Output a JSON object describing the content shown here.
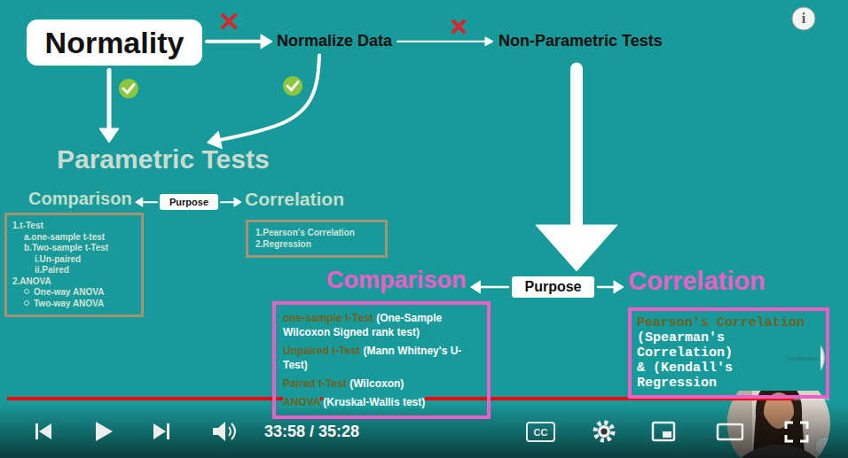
{
  "diagram": {
    "nodes": [
      {
        "text": [
          "Normality"
        ]
      },
      {
        "text": [
          "Normalize Data"
        ]
      },
      {
        "text": [
          "Non-Parametric Tests"
        ]
      },
      {
        "text": [
          "Parametric Tests"
        ]
      },
      {
        "text": [
          "Comparison"
        ]
      },
      {
        "text": [
          "Purpose"
        ]
      },
      {
        "text": [
          "Correlation"
        ]
      },
      {
        "text": [
          "1.t-Test",
          "a.one-sample t-test",
          "b.Two-sample t-Test",
          "i.Un-paired",
          "ii.Paired",
          "2.ANOVA",
          "One-way ANOVA",
          "Two-way ANOVA"
        ]
      },
      {
        "text": [
          "1.Pearson's Correlation",
          "2.Regression"
        ]
      },
      {
        "text": [
          "Comparison"
        ]
      },
      {
        "text": [
          "Purpose"
        ]
      },
      {
        "text": [
          "Correlation"
        ]
      },
      {
        "text": [
          "one-sample t-Test",
          "(One-Sample Wilcoxon Signed rank test)",
          "Unpaired t-Test",
          "(Mann Whitney's U-Test)",
          "Paired t-Test",
          "(Wilcoxon)",
          "ANOVA",
          "(Kruskal-Wallis test)"
        ]
      },
      {
        "text": [
          "Pearson's Correlation",
          "(Spearman's Correlation)",
          "& (Kendall's",
          "Regression"
        ]
      }
    ],
    "edges": [
      {
        "from": 0,
        "to": 1,
        "arrow": "to"
      },
      {
        "from": 1,
        "to": 2,
        "arrow": "to"
      },
      {
        "from": 0,
        "to": 3,
        "arrow": "to"
      },
      {
        "from": 1,
        "to": 3,
        "arrow": "to"
      },
      {
        "from": 2,
        "to": 10,
        "arrow": "to"
      },
      {
        "from": 5,
        "to": 4,
        "arrow": "to"
      },
      {
        "from": 5,
        "to": 6,
        "arrow": "to"
      },
      {
        "from": 10,
        "to": 9,
        "arrow": "to"
      },
      {
        "from": 10,
        "to": 11,
        "arrow": "to"
      }
    ],
    "labels": [
      "i",
      "33:58 / 35:28",
      "CC",
      "codanics"
    ]
  }
}
